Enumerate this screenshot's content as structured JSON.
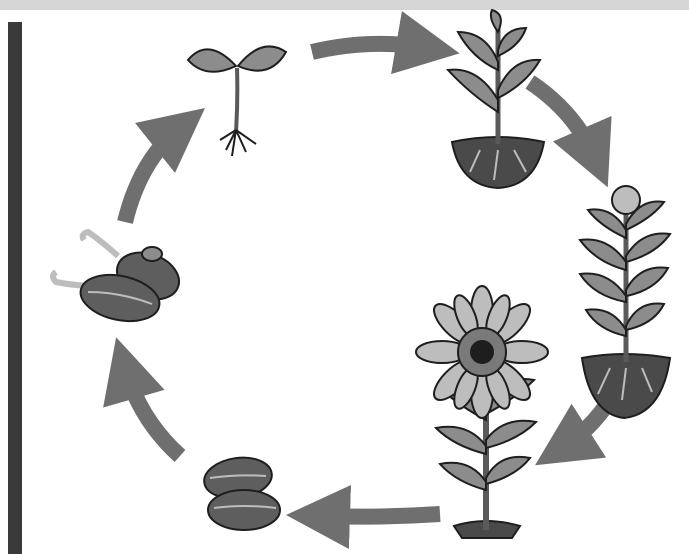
{
  "diagram": {
    "stages": [
      {
        "id": "seedling",
        "icon": "seedling-icon"
      },
      {
        "id": "young-plant",
        "icon": "young-plant-icon"
      },
      {
        "id": "budding-plant",
        "icon": "budding-plant-icon"
      },
      {
        "id": "flowering-sunflower",
        "icon": "sunflower-icon"
      },
      {
        "id": "seeds",
        "icon": "seeds-icon"
      },
      {
        "id": "germinating-seeds",
        "icon": "germinating-seeds-icon"
      }
    ],
    "colors": {
      "arrow": "#6f6f6f",
      "leaf": "#8c8c8c",
      "stem": "#5a5a5a",
      "soil": "#4a4a4a",
      "petal": "#bdbdbd",
      "seed": "#5e5e5e",
      "outline": "#1e1e1e"
    }
  }
}
